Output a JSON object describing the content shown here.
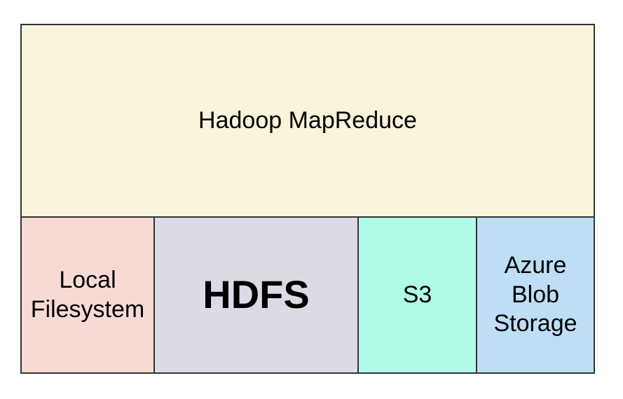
{
  "diagram": {
    "border_color": "#333333",
    "text_color": "#000000",
    "top_box": {
      "label": "Hadoop MapReduce",
      "bg_color": "#FAF3DC"
    },
    "storage_boxes": [
      {
        "label": "Local Filesystem",
        "bg_color": "#F8DAD4"
      },
      {
        "label": "HDFS",
        "bg_color": "#DBDAE5"
      },
      {
        "label": "S3",
        "bg_color": "#B0FAE8"
      },
      {
        "label": "Azure Blob Storage",
        "bg_color": "#BEDEF5"
      }
    ]
  }
}
